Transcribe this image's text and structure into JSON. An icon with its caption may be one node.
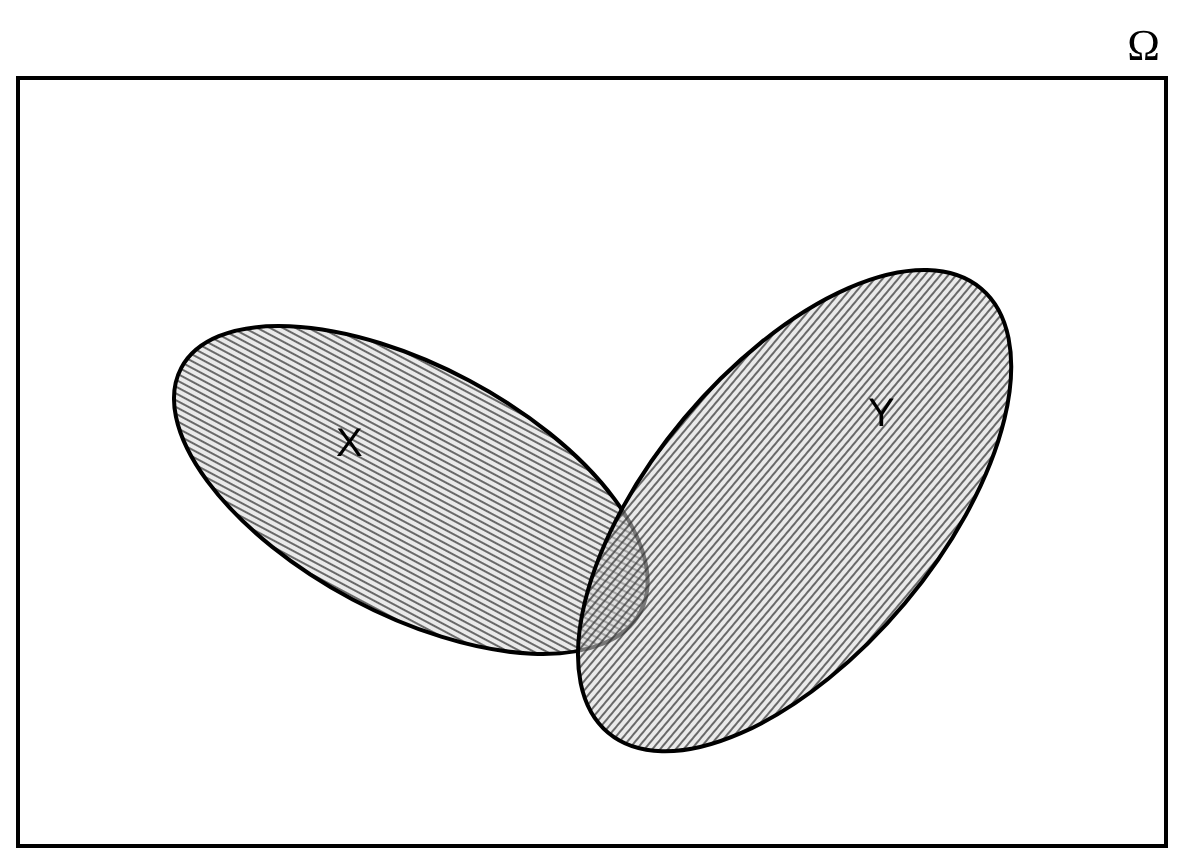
{
  "diagram": {
    "nodes": [
      {
        "text": [
          "Ω"
        ]
      },
      {
        "text": [
          "X"
        ],
        "in": 0
      },
      {
        "text": [
          "Y"
        ],
        "in": 0
      }
    ]
  }
}
